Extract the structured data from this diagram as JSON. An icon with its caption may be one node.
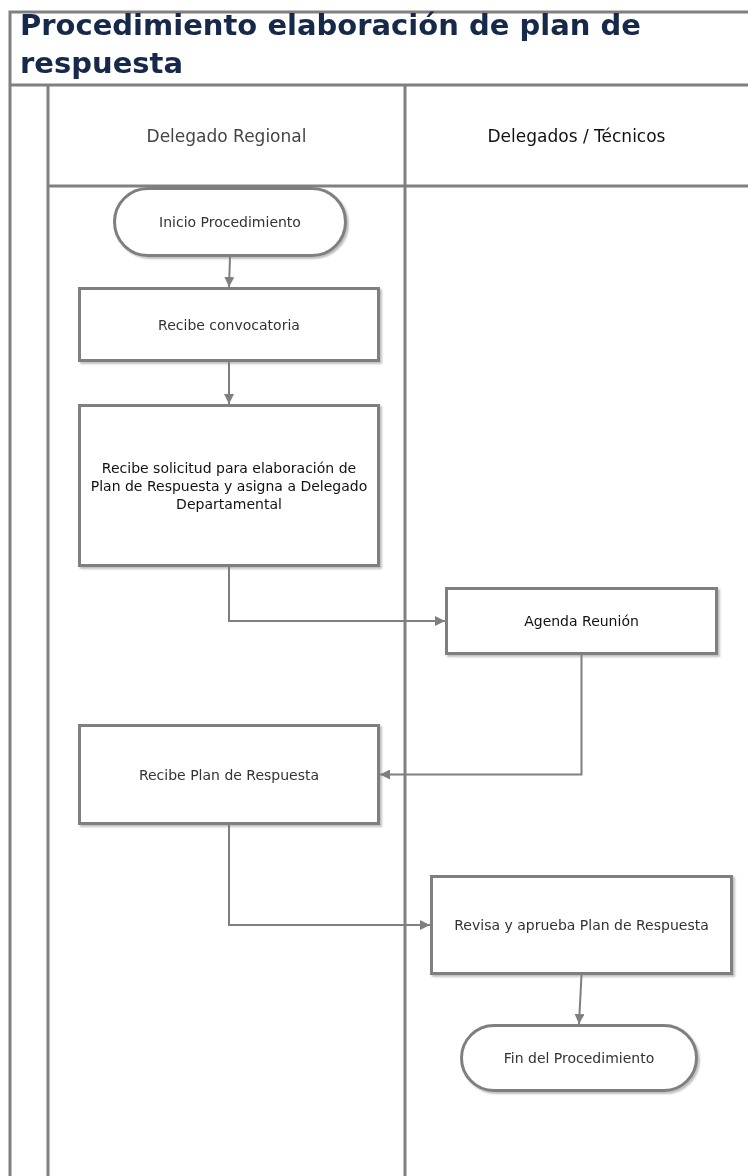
{
  "diagram": {
    "title": "Procedimiento elaboración de plan de respuesta",
    "nodes": [
      {
        "text": [
          "Delegado Regional"
        ]
      },
      {
        "text": [
          "Delegados / Técnicos"
        ]
      },
      {
        "text": [
          "Inicio Procedimiento"
        ],
        "in": 0
      },
      {
        "text": [
          "Recibe convocatoria"
        ],
        "in": 0
      },
      {
        "text": [
          "Recibe solicitud para elaboración de Plan de Respuesta y asigna a Delegado Departamental"
        ],
        "in": 0
      },
      {
        "text": [
          "Agenda Reunión"
        ],
        "in": 1
      },
      {
        "text": [
          "Recibe Plan de Respuesta"
        ],
        "in": 0
      },
      {
        "text": [
          "Revisa y aprueba Plan de Respuesta"
        ],
        "in": 1
      },
      {
        "text": [
          "Fin del Procedimiento"
        ],
        "in": 1
      }
    ],
    "edges": [
      {
        "from": 2,
        "to": 3,
        "arrow": "to"
      },
      {
        "from": 3,
        "to": 4,
        "arrow": "to"
      },
      {
        "from": 4,
        "to": 5,
        "arrow": "to"
      },
      {
        "from": 5,
        "to": 6,
        "arrow": "to"
      },
      {
        "from": 6,
        "to": 7,
        "arrow": "to"
      },
      {
        "from": 7,
        "to": 8,
        "arrow": "to"
      }
    ]
  }
}
